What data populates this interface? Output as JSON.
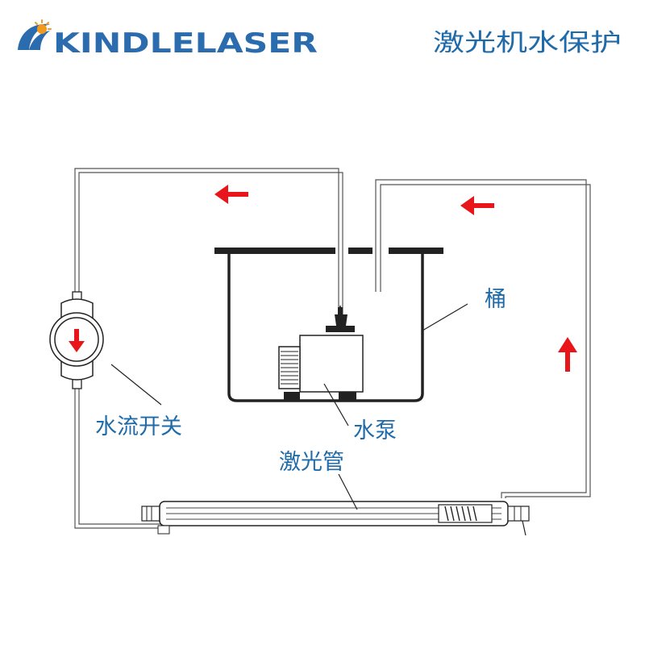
{
  "brand": {
    "name": "KINDLELASER",
    "logo_icon": "sun-swoosh-logo",
    "colors": {
      "blue": "#2b6cae",
      "orange": "#f39a1e"
    }
  },
  "title": "激光机水保护",
  "labels": {
    "bucket": "桶",
    "pump": "水泵",
    "flow_switch": "水流开关",
    "laser_tube": "激光管"
  },
  "flow_arrows": {
    "color": "#e8161a",
    "items": [
      {
        "direction": "left",
        "icon": "arrow-left-icon"
      },
      {
        "direction": "left",
        "icon": "arrow-left-icon"
      },
      {
        "direction": "up",
        "icon": "arrow-up-icon"
      },
      {
        "direction": "down",
        "icon": "arrow-down-icon"
      }
    ]
  },
  "colors": {
    "label_text": "#1f6aa8",
    "line": "#444444",
    "outline": "#222222"
  }
}
